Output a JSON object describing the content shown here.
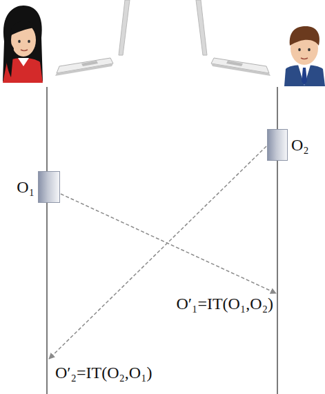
{
  "diagram": {
    "nodes": [
      {
        "text": [
          "O₁"
        ]
      },
      {
        "text": [
          "O₂"
        ]
      }
    ],
    "labels": [
      "O′₁=IT(O₁,O₂)",
      "O′₂=IT(O₂,O₁)"
    ]
  }
}
